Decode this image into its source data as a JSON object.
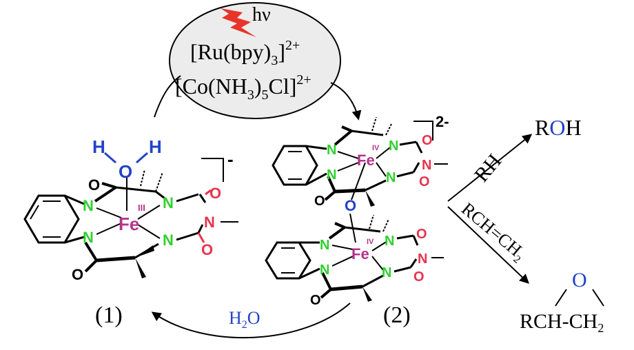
{
  "conditions": {
    "light": "hν",
    "ru_base": "[Ru(bpy)",
    "ru_sub": "3",
    "ru_charge": "2+",
    "co_base": "[Co(NH",
    "co_sub": "3",
    "co_mid": ")",
    "co_sub2": "5",
    "co_tail": "Cl]",
    "co_charge": "2+"
  },
  "complex1": {
    "label": "(1)",
    "charge": "-",
    "fe": "Fe",
    "fe_ox": "III",
    "water_h1": "H",
    "water_o": "O",
    "water_h2": "H",
    "n": "N",
    "o": "O"
  },
  "complex2": {
    "label": "(2)",
    "charge": "2-",
    "fe": "Fe",
    "fe_ox": "IV",
    "bridge_o": "O",
    "n": "N",
    "o": "O"
  },
  "products": {
    "alcohol_r": "R",
    "alcohol_oh_o": "O",
    "alcohol_oh_h": "H",
    "rh": "RH",
    "alkene": "RCH=CH",
    "alkene_sub": "2",
    "epoxide_o": "O",
    "epoxide": "RCH-CH",
    "epoxide_sub": "2"
  },
  "water_label": {
    "h": "H",
    "sub": "2",
    "o": "O"
  },
  "colors": {
    "nitrogen": "#2fd12f",
    "oxygen_ring": "#e8344e",
    "iron": "#b4338c",
    "water_blue": "#2343c8",
    "bolt": "#e8342a",
    "black": "#000000"
  }
}
